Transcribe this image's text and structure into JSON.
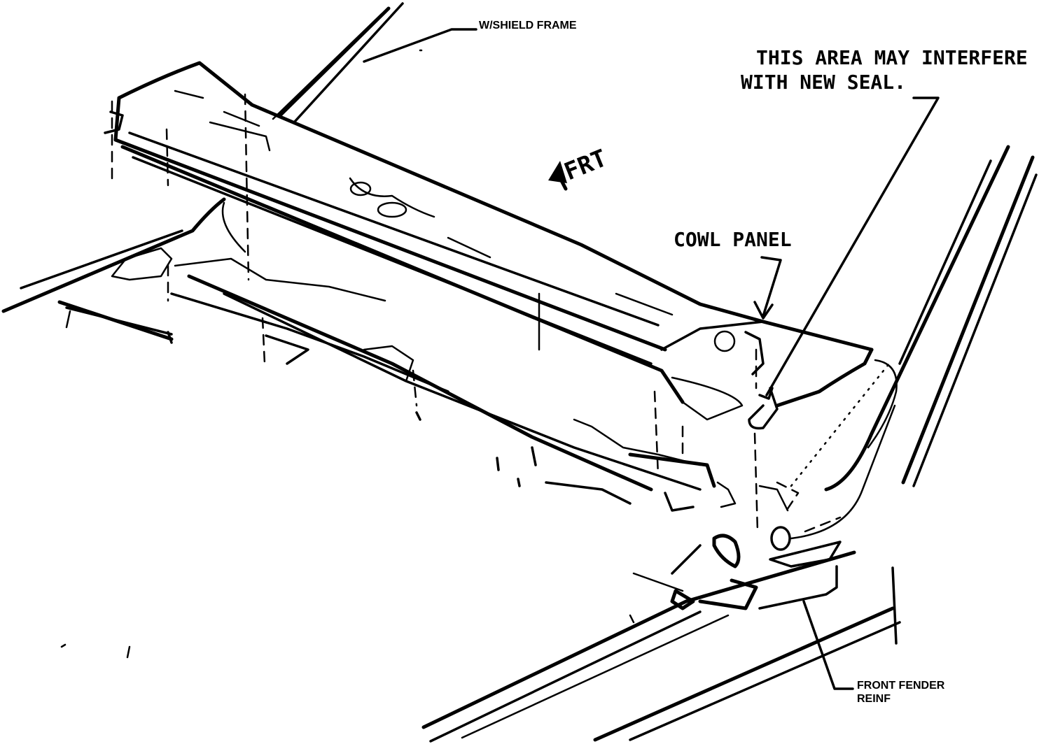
{
  "labels": {
    "wshield_frame": "W/SHIELD FRAME",
    "interfere_line1": "THIS AREA MAY INTERFERE",
    "interfere_line2": "WITH NEW SEAL.",
    "frt": "FRT",
    "cowl_panel": "COWL PANEL",
    "front_fender_line1": "FRONT FENDER",
    "front_fender_line2": "REINF"
  },
  "colors": {
    "ink": "#000000",
    "paper": "#ffffff"
  }
}
